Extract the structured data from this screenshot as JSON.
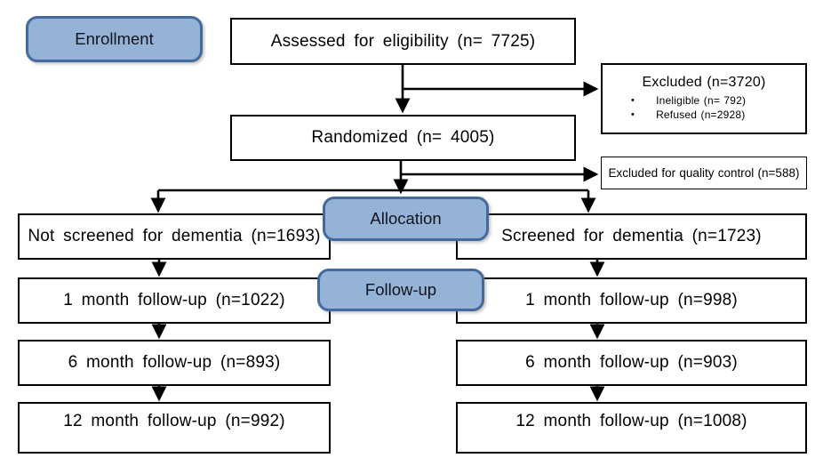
{
  "colors": {
    "badge_fill": "#95B3D7",
    "badge_border": "#44699D",
    "badge_text": "#10141E",
    "box_border": "#000000",
    "line": "#000000",
    "background": "#FFFFFF",
    "text": "#000000"
  },
  "icons": {
    "bullet": "•"
  },
  "stages": {
    "enrollment": "Enrollment",
    "allocation": "Allocation",
    "followup": "Follow-up"
  },
  "nodes": {
    "assessed": "Assessed for eligibility (n= 7725)",
    "excluded": {
      "title": "Excluded (n=3720)",
      "items": [
        "Ineligible (n= 792)",
        "Refused (n=2928)"
      ]
    },
    "randomized": "Randomized (n= 4005)",
    "quality_excluded": "Excluded for quality control (n=588)",
    "arms": {
      "control": "Not screened for dementia (n=1693)",
      "intervention": "Screened for dementia (n=1723)"
    },
    "followup": {
      "control": [
        "1 month follow-up (n=1022)",
        "6 month follow-up (n=893)",
        "12 month follow-up (n=992)"
      ],
      "intervention": [
        "1 month follow-up (n=998)",
        "6 month follow-up (n=903)",
        "12 month follow-up (n=1008)"
      ]
    }
  }
}
